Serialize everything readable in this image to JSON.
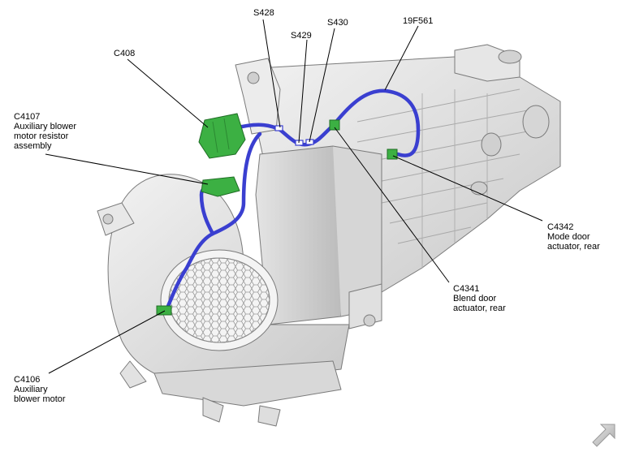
{
  "labels": {
    "s428": "S428",
    "s429": "S429",
    "s430": "S430",
    "harness": "19F561",
    "c408": "C408",
    "c4107": "C4107\nAuxiliary blower\nmotor resistor\nassembly",
    "c4342": "C4342\nMode door\nactuator, rear",
    "c4341": "C4341\nBlend door\nactuator, rear",
    "c4106": "C4106\nAuxiliary\nblower motor"
  },
  "colors": {
    "harness": "#3a3fd0",
    "connector": "#3cb043",
    "housing": "#dcdcdc",
    "housing_edge": "#7a7a7a",
    "leader": "#000000"
  },
  "icons": {
    "nav": "forward-arrow-icon"
  }
}
